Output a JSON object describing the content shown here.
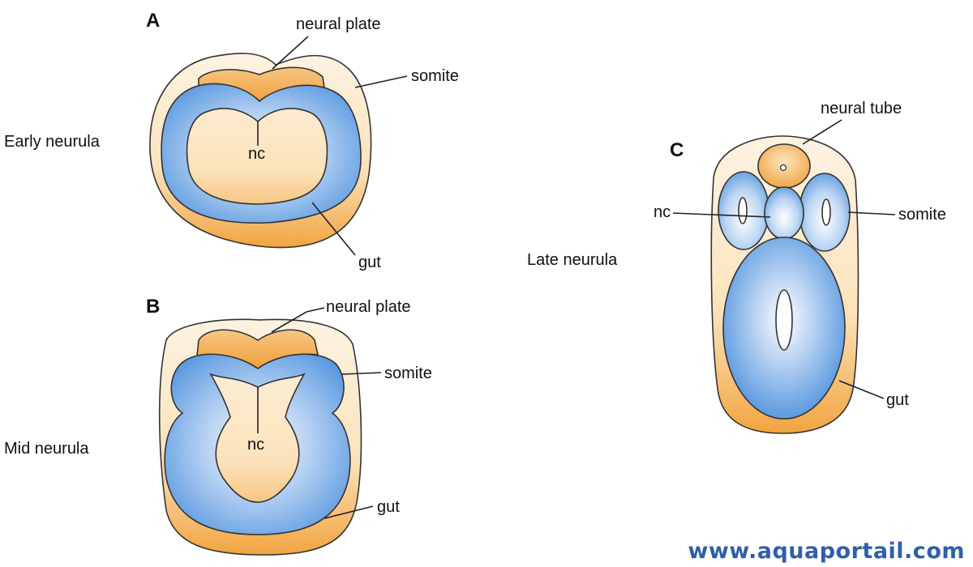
{
  "panels": {
    "a": {
      "letter": "A",
      "stage": "Early neurula",
      "labels": {
        "neural_plate": "neural plate",
        "somite": "somite",
        "nc": "nc",
        "gut": "gut"
      }
    },
    "b": {
      "letter": "B",
      "stage": "Mid neurula",
      "labels": {
        "neural_plate": "neural plate",
        "somite": "somite",
        "nc": "nc",
        "gut": "gut"
      }
    },
    "c": {
      "letter": "C",
      "stage": "Late neurula",
      "labels": {
        "neural_tube": "neural tube",
        "nc": "nc",
        "somite": "somite",
        "gut": "gut"
      }
    }
  },
  "watermark": "www.aquaportail.com",
  "colors": {
    "neural_orange": "#f0a03c",
    "ectoderm_cream": "#fbe9cc",
    "mesoderm_blue": "#5b9ae0",
    "outline": "#333333"
  }
}
